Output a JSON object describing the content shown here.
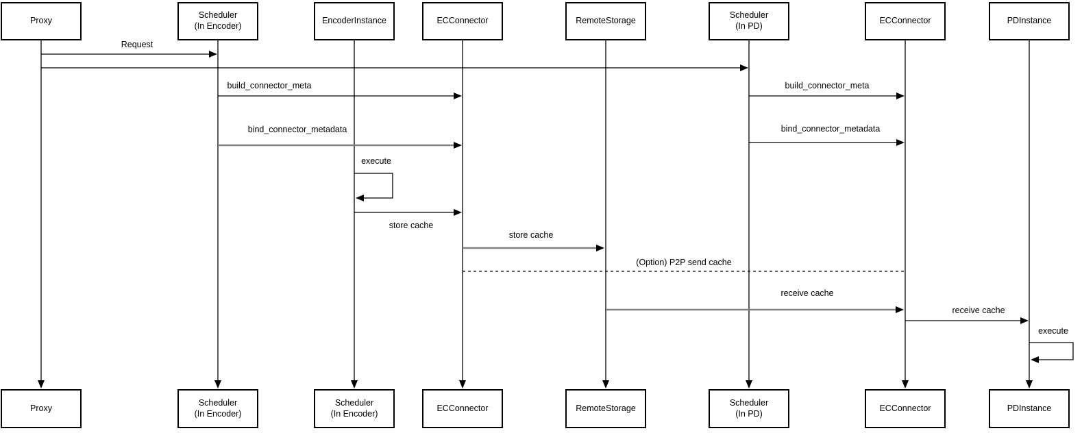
{
  "diagram": {
    "type": "uml-sequence-diagram",
    "background": "#ffffff",
    "colors": {
      "line": "#000000",
      "emphasis_line": "#808080",
      "box_border": "#000000",
      "box_fill": "#ffffff",
      "text": "#000000"
    },
    "participants": [
      {
        "id": "proxy",
        "top_label": "Proxy",
        "bottom_label": "Proxy"
      },
      {
        "id": "scheduler-in-encoder",
        "top_label": "Scheduler\n(In Encoder)",
        "bottom_label": "Scheduler\n(In Encoder)"
      },
      {
        "id": "encoder-instance",
        "top_label": "EncoderInstance",
        "bottom_label": "Scheduler\n(In Encoder)"
      },
      {
        "id": "ec-connector-encoder",
        "top_label": "ECConnector",
        "bottom_label": "ECConnector"
      },
      {
        "id": "remote-storage",
        "top_label": "RemoteStorage",
        "bottom_label": "RemoteStorage"
      },
      {
        "id": "scheduler-in-pd",
        "top_label": "Scheduler\n(In PD)",
        "bottom_label": "Scheduler\n(In PD)"
      },
      {
        "id": "ec-connector-pd",
        "top_label": "ECConnector",
        "bottom_label": "ECConnector"
      },
      {
        "id": "pd-instance",
        "top_label": "PDInstance",
        "bottom_label": "PDInstance"
      }
    ],
    "messages": [
      {
        "label": "Request",
        "from": "proxy",
        "to": "scheduler-in-encoder",
        "style": "solid"
      },
      {
        "label": "",
        "from": "proxy",
        "to": "scheduler-in-pd",
        "style": "solid"
      },
      {
        "label": "build_connector_meta",
        "from": "scheduler-in-encoder",
        "to": "ec-connector-encoder",
        "style": "solid"
      },
      {
        "label": "build_connector_meta",
        "from": "scheduler-in-pd",
        "to": "ec-connector-pd",
        "style": "solid"
      },
      {
        "label": "bind_connector_metadata",
        "from": "scheduler-in-encoder",
        "to": "ec-connector-encoder",
        "style": "emphasis"
      },
      {
        "label": "bind_connector_metadata",
        "from": "scheduler-in-pd",
        "to": "ec-connector-pd",
        "style": "solid"
      },
      {
        "label": "execute",
        "from": "encoder-instance",
        "to": "encoder-instance",
        "style": "self-loop"
      },
      {
        "label": "store cache",
        "from": "encoder-instance",
        "to": "ec-connector-encoder",
        "style": "solid",
        "label_position": "below"
      },
      {
        "label": "store cache",
        "from": "ec-connector-encoder",
        "to": "remote-storage",
        "style": "emphasis"
      },
      {
        "label": "(Option) P2P send cache",
        "from": "ec-connector-encoder",
        "to": "ec-connector-pd",
        "style": "dashed"
      },
      {
        "label": "receive cache",
        "from": "remote-storage",
        "to": "ec-connector-pd",
        "style": "emphasis"
      },
      {
        "label": "receive cache",
        "from": "ec-connector-pd",
        "to": "pd-instance",
        "style": "solid"
      },
      {
        "label": "execute",
        "from": "pd-instance",
        "to": "pd-instance",
        "style": "self-loop"
      }
    ]
  }
}
